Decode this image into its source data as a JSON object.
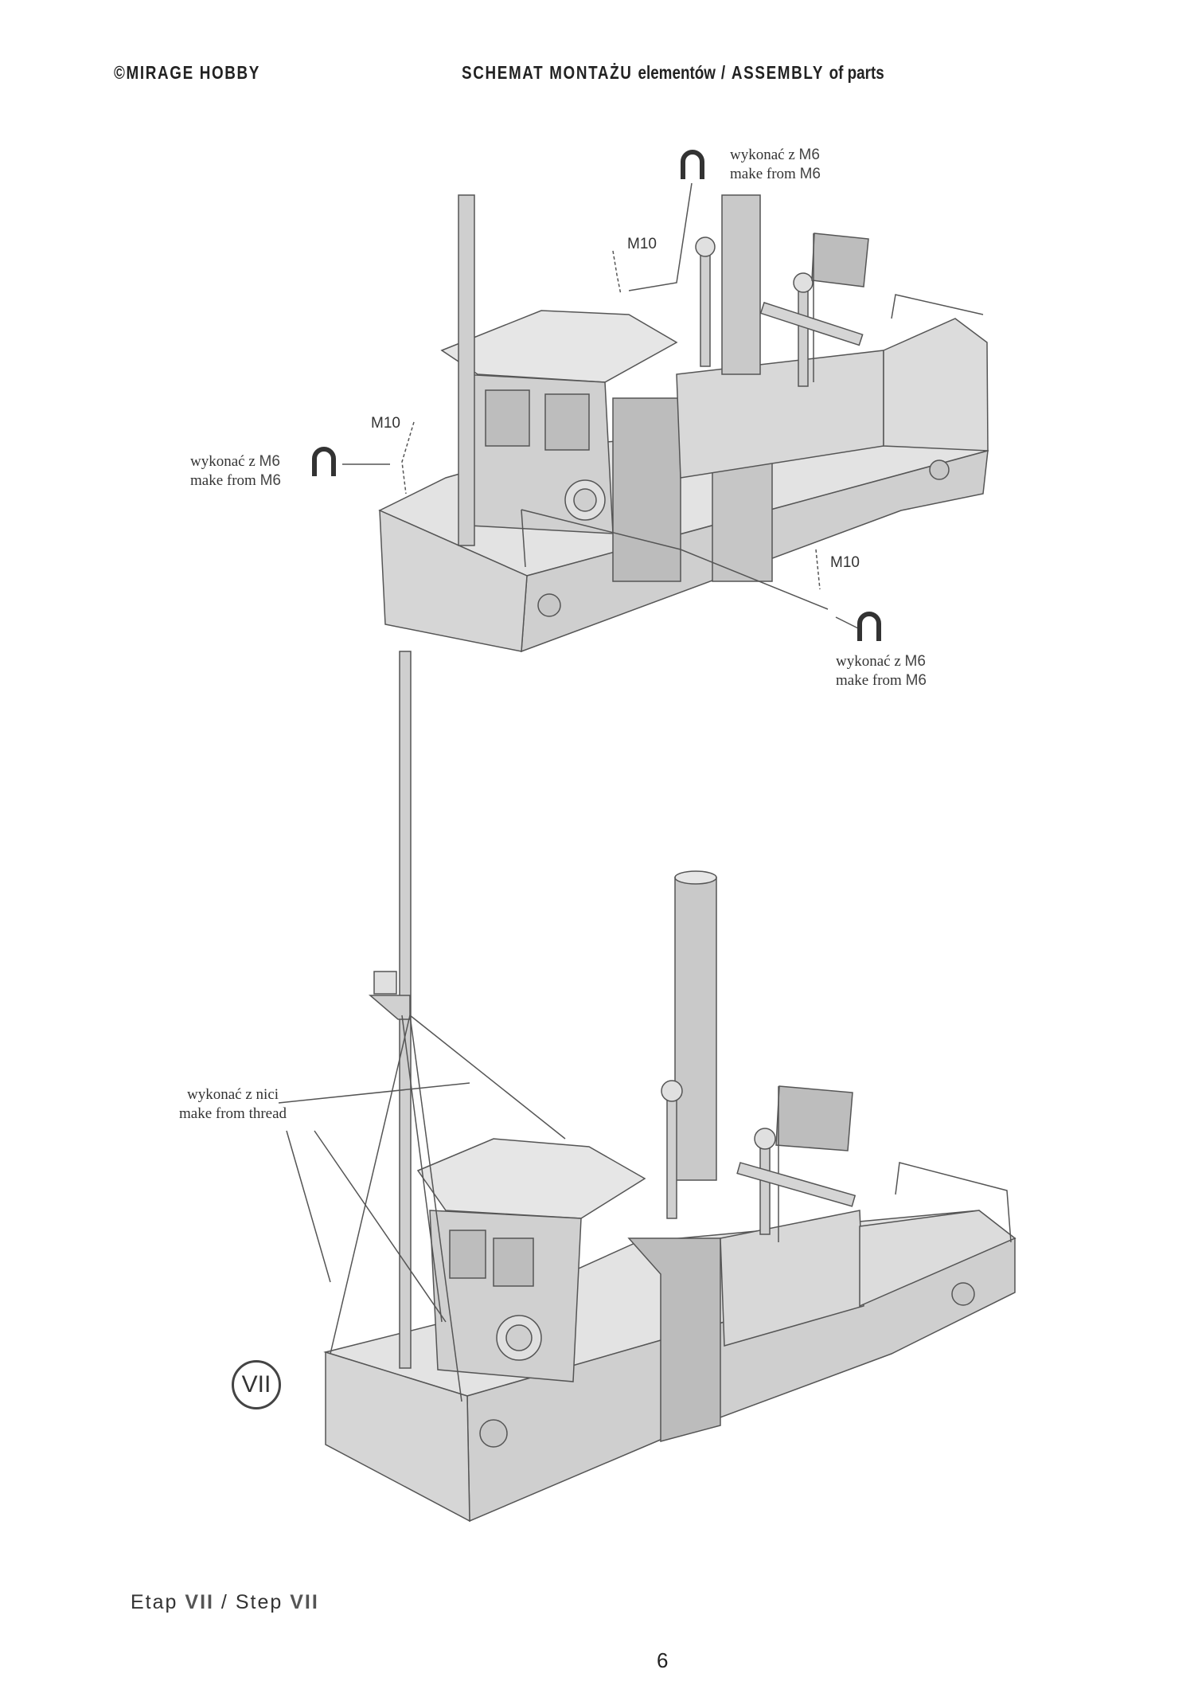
{
  "header": {
    "brand": "©MIRAGE HOBBY",
    "title_pl_caps": "SCHEMAT MONTAŻU",
    "title_pl_lower": "elementów",
    "separator": "/",
    "title_en_caps": "ASSEMBLY",
    "title_en_lower": "of parts"
  },
  "top_assembly": {
    "callout_top": {
      "pl": "wykonać z",
      "en": "make from",
      "part": "M6"
    },
    "callout_left": {
      "pl": "wykonać z",
      "en": "make from",
      "part": "M6"
    },
    "callout_right": {
      "pl": "wykonać z",
      "en": "make from",
      "part": "M6"
    },
    "part_top": "M10",
    "part_left": "M10",
    "part_right": "M10"
  },
  "bottom_assembly": {
    "thread_callout": {
      "pl": "wykonać z nici",
      "en": "make from thread"
    },
    "step_badge": "VII"
  },
  "footer": {
    "step_pl": "Etap",
    "step_num_pl": "VII",
    "separator": "/",
    "step_en": "Step",
    "step_num_en": "VII",
    "page_number": "6"
  }
}
